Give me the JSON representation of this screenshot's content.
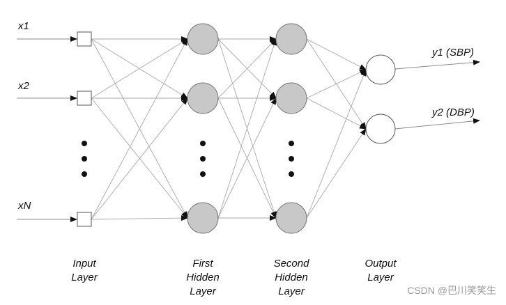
{
  "inputs": [
    "x1",
    "x2",
    "xN"
  ],
  "outputs": [
    "y1 (SBP)",
    "y2 (DBP)"
  ],
  "layers": {
    "input": [
      "Input",
      "Layer"
    ],
    "first_hidden": [
      "First",
      "Hidden",
      "Layer"
    ],
    "second_hidden": [
      "Second",
      "Hidden",
      "Layer"
    ],
    "output": [
      "Output",
      "Layer"
    ]
  },
  "watermark": "CSDN @巴川笑笑生",
  "colors": {
    "hidden_node_fill": "#c8c8c8",
    "node_stroke": "#555555",
    "line": "#a8a8a8",
    "arrow": "#111111"
  }
}
